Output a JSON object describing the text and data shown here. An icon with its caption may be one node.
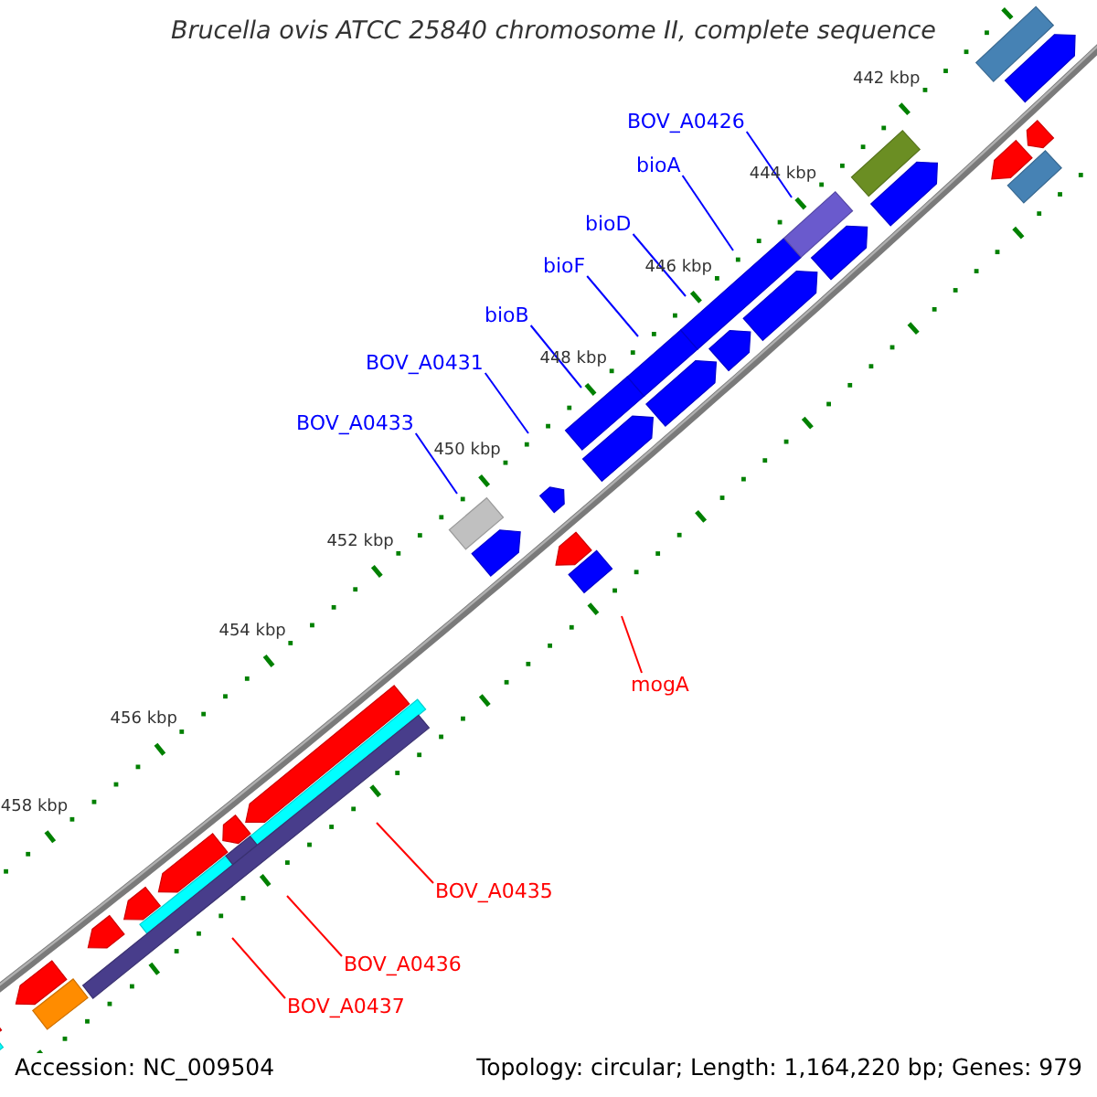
{
  "diagram": {
    "title": "Brucella ovis ATCC 25840 chromosome II, complete sequence",
    "nodes": [
      {
        "text": [
          "BOV_A0426"
        ]
      },
      {
        "text": [
          "bioA"
        ]
      },
      {
        "text": [
          "bioD"
        ]
      },
      {
        "text": [
          "bioF"
        ]
      },
      {
        "text": [
          "bioB"
        ]
      },
      {
        "text": [
          "BOV_A0431"
        ]
      },
      {
        "text": [
          "BOV_A0433"
        ]
      },
      {
        "text": [
          "mogA"
        ]
      },
      {
        "text": [
          "BOV_A0435"
        ]
      },
      {
        "text": [
          "BOV_A0436"
        ]
      },
      {
        "text": [
          "BOV_A0437"
        ]
      }
    ],
    "edges": [
      {
        "from": 0,
        "to": null,
        "arrow": "none"
      },
      {
        "from": 1,
        "to": null,
        "arrow": "none"
      },
      {
        "from": 2,
        "to": null,
        "arrow": "none"
      },
      {
        "from": 3,
        "to": null,
        "arrow": "none"
      },
      {
        "from": 4,
        "to": null,
        "arrow": "none"
      },
      {
        "from": 5,
        "to": null,
        "arrow": "none"
      },
      {
        "from": 6,
        "to": null,
        "arrow": "none"
      },
      {
        "from": 7,
        "to": null,
        "arrow": "none",
        "color": "#ff0000"
      },
      {
        "from": 8,
        "to": null,
        "arrow": "none",
        "color": "#ff0000"
      },
      {
        "from": 9,
        "to": null,
        "arrow": "none",
        "color": "#ff0000"
      },
      {
        "from": 10,
        "to": null,
        "arrow": "none",
        "color": "#ff0000"
      }
    ],
    "labels": [
      "442 kbp",
      "444 kbp",
      "446 kbp",
      "448 kbp",
      "450 kbp",
      "452 kbp",
      "454 kbp",
      "456 kbp",
      "458 kbp",
      "Accession: NC_009504",
      "Topology: circular; Length: 1,164,220 bp; Genes: 979"
    ]
  }
}
